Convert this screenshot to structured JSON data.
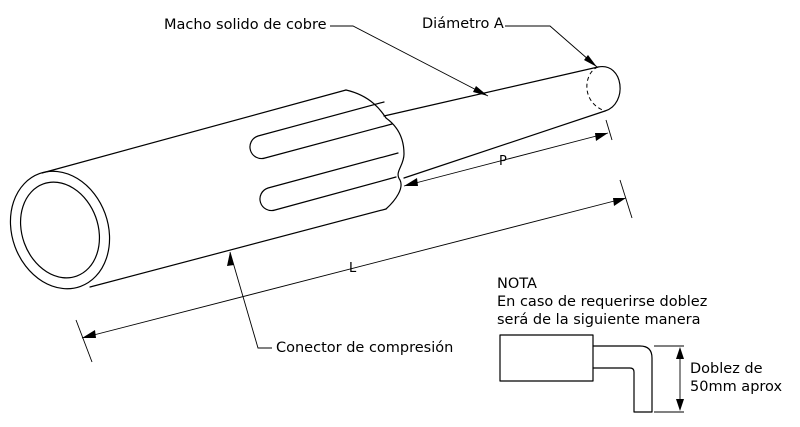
{
  "labels": {
    "macho": "Macho solido de cobre",
    "diametro": "Diámetro A",
    "conector": "Conector de compresión",
    "p": "P",
    "l": "L"
  },
  "note": {
    "title": "NOTA",
    "line1": "En caso de requerirse doblez",
    "line2": "será de la siguiente manera"
  },
  "bend": {
    "line1": "Doblez de",
    "line2": "50mm aprox"
  }
}
